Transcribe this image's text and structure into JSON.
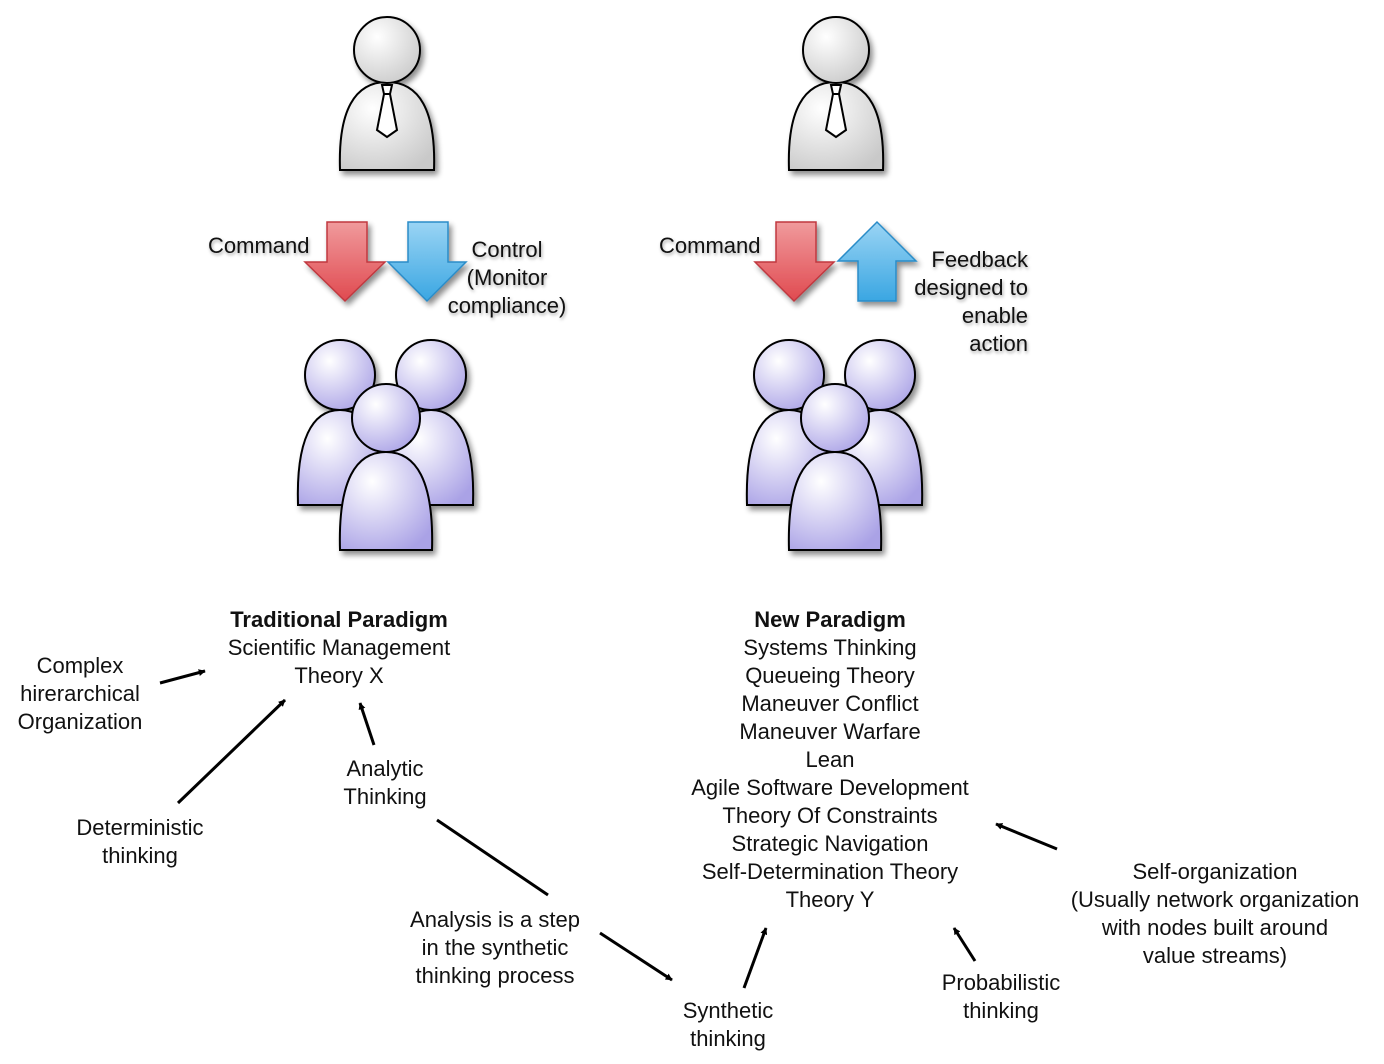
{
  "colors": {
    "command_arrow": "#e4595e",
    "control_arrow": "#45aee6",
    "manager_fill": "#eeeeee",
    "team_fill": "#d9d4f4",
    "line": "#000000"
  },
  "icons": {
    "manager": "manager-person-icon",
    "team": "team-group-icon"
  },
  "traditional": {
    "command_label": "Command",
    "control_label": [
      "Control",
      "(Monitor",
      "compliance)"
    ],
    "title": "Traditional Paradigm",
    "items": [
      "Scientific Management",
      "Theory X"
    ]
  },
  "new": {
    "command_label": "Command",
    "feedback_label": [
      "Feedback",
      "designed to",
      "enable",
      "action"
    ],
    "title": "New Paradigm",
    "items": [
      "Systems Thinking",
      "Queueing Theory",
      "Maneuver Conflict",
      "Maneuver Warfare",
      "Lean",
      "Agile Software Development",
      "Theory Of Constraints",
      "Strategic Navigation",
      "Self-Determination Theory",
      "Theory Y"
    ]
  },
  "annotations": {
    "complex_org": [
      "Complex",
      "hirerarchical",
      "Organization"
    ],
    "deterministic": [
      "Deterministic",
      "thinking"
    ],
    "analytic": [
      "Analytic",
      "Thinking"
    ],
    "analysis_step": [
      "Analysis is a step",
      "in the synthetic",
      "thinking process"
    ],
    "synthetic": [
      "Synthetic",
      "thinking"
    ],
    "probabilistic": [
      "Probabilistic",
      "thinking"
    ],
    "self_org": [
      "Self-organization",
      "(Usually network organization",
      "with nodes built around",
      "value streams)"
    ]
  }
}
